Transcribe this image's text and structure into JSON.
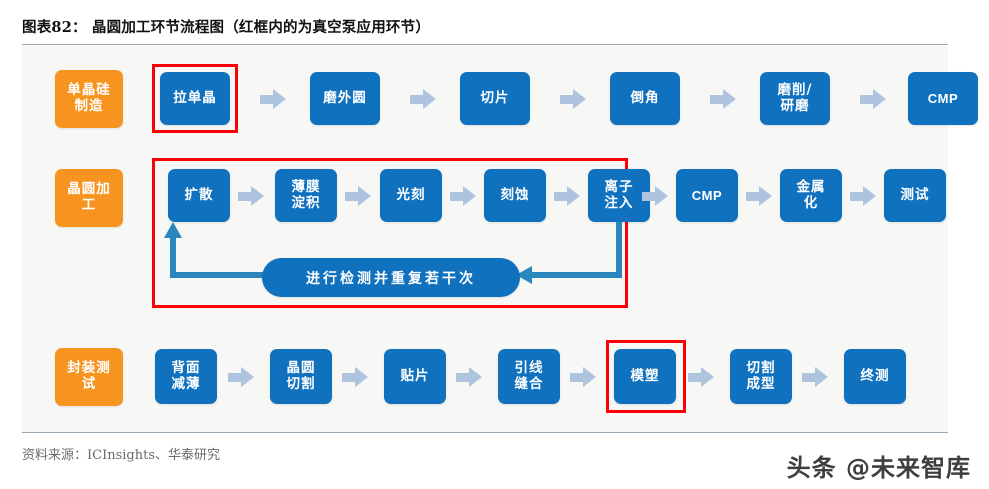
{
  "figure": {
    "title": "图表82： 晶圆加工环节流程图（红框内的为真空泵应用环节）",
    "source_note": "资料来源：ICInsights、华泰研究",
    "watermark": "头条 @未来智库"
  },
  "colors": {
    "blue_node": "#1071bf",
    "orange_node": "#f79420",
    "arrow": "#adc3de",
    "red_highlight": "#fb0007",
    "loop_line": "#2a87bd",
    "canvas_bg": "#f7f7f5"
  },
  "chart_data": {
    "type": "diagram",
    "title": "晶圆加工环节流程图（红框内的为真空泵应用环节）",
    "legend_note": "红框内的为真空泵应用环节",
    "rows": [
      {
        "stage_label": "单晶硅\n制造",
        "stage_label_lines": [
          "单晶硅",
          "制造"
        ],
        "steps": [
          {
            "label": "拉单晶",
            "lines": [
              "拉单晶"
            ],
            "highlighted": true
          },
          {
            "label": "磨外圆",
            "lines": [
              "磨外圆"
            ],
            "highlighted": false
          },
          {
            "label": "切片",
            "lines": [
              "切片"
            ],
            "highlighted": false
          },
          {
            "label": "倒角",
            "lines": [
              "倒角"
            ],
            "highlighted": false
          },
          {
            "label": "磨削/研磨",
            "lines": [
              "磨削/",
              "研磨"
            ],
            "highlighted": false
          },
          {
            "label": "CMP",
            "lines": [
              "CMP"
            ],
            "latin": true,
            "highlighted": false
          }
        ]
      },
      {
        "stage_label": "晶圆加工",
        "stage_label_lines": [
          "晶圆加",
          "工"
        ],
        "steps": [
          {
            "label": "扩散",
            "lines": [
              "扩散"
            ],
            "highlighted": true
          },
          {
            "label": "薄膜淀积",
            "lines": [
              "薄膜",
              "淀积"
            ],
            "highlighted": true
          },
          {
            "label": "光刻",
            "lines": [
              "光刻"
            ],
            "highlighted": true
          },
          {
            "label": "刻蚀",
            "lines": [
              "刻蚀"
            ],
            "highlighted": true
          },
          {
            "label": "离子注入",
            "lines": [
              "离子",
              "注入"
            ],
            "highlighted": true
          },
          {
            "label": "CMP",
            "lines": [
              "CMP"
            ],
            "latin": true,
            "highlighted": false
          },
          {
            "label": "金属化",
            "lines": [
              "金属",
              "化"
            ],
            "highlighted": false
          },
          {
            "label": "测试",
            "lines": [
              "测试"
            ],
            "highlighted": false
          }
        ],
        "feedback_loop": {
          "label": "进行检测并重复若干次",
          "from_step": "离子注入",
          "to_step": "扩散"
        }
      },
      {
        "stage_label": "封装测试",
        "stage_label_lines": [
          "封装测",
          "试"
        ],
        "steps": [
          {
            "label": "背面减薄",
            "lines": [
              "背面",
              "减薄"
            ],
            "highlighted": false
          },
          {
            "label": "晶圆切割",
            "lines": [
              "晶圆",
              "切割"
            ],
            "highlighted": false
          },
          {
            "label": "贴片",
            "lines": [
              "贴片"
            ],
            "highlighted": false
          },
          {
            "label": "引线缝合",
            "lines": [
              "引线",
              "缝合"
            ],
            "highlighted": false
          },
          {
            "label": "模塑",
            "lines": [
              "模塑"
            ],
            "highlighted": true
          },
          {
            "label": "切割成型",
            "lines": [
              "切割",
              "成型"
            ],
            "highlighted": false
          },
          {
            "label": "终测",
            "lines": [
              "终测"
            ],
            "highlighted": false
          }
        ]
      }
    ]
  }
}
